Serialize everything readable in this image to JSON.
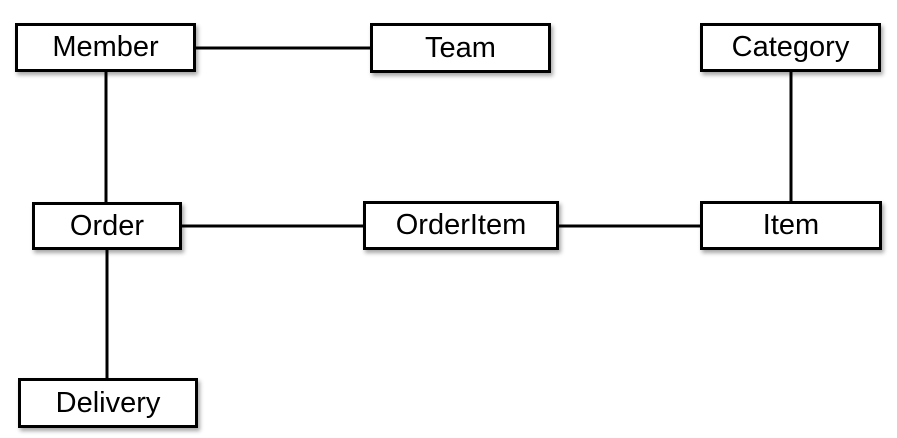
{
  "diagram": {
    "type": "entity-relationship",
    "line_color": "#000000",
    "box_background": "#ffffff",
    "entities": {
      "member": {
        "label": "Member"
      },
      "team": {
        "label": "Team"
      },
      "category": {
        "label": "Category"
      },
      "order": {
        "label": "Order"
      },
      "orderitem": {
        "label": "OrderItem"
      },
      "item": {
        "label": "Item"
      },
      "delivery": {
        "label": "Delivery"
      }
    },
    "relationships": [
      {
        "from": "Member",
        "to": "Team"
      },
      {
        "from": "Member",
        "to": "Order"
      },
      {
        "from": "Category",
        "to": "Item"
      },
      {
        "from": "Order",
        "to": "OrderItem"
      },
      {
        "from": "OrderItem",
        "to": "Item"
      },
      {
        "from": "Order",
        "to": "Delivery"
      }
    ]
  }
}
